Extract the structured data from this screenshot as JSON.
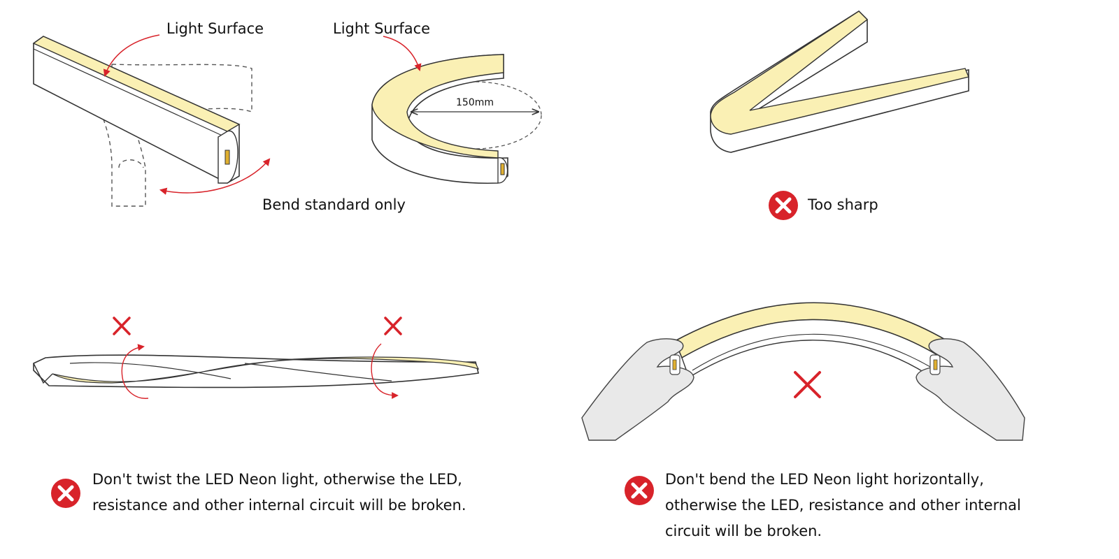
{
  "panel_standard": {
    "label_left": "Light Surface",
    "label_right": "Light Surface",
    "dimension": "150mm",
    "caption": "Bend standard only"
  },
  "panel_sharp": {
    "caption": "Too sharp"
  },
  "panel_twist": {
    "caption_line1": "Don't twist the LED Neon light, otherwise the LED,",
    "caption_line2": "resistance and other internal circuit will be broken."
  },
  "panel_horizontal": {
    "caption_line1": "Don't bend the LED Neon light horizontally,",
    "caption_line2": "otherwise the LED, resistance and other internal",
    "caption_line3": "circuit will be broken."
  },
  "colors": {
    "light_surface": "#faf0b4",
    "warning_red": "#d8232a",
    "outline": "#333333",
    "hand": "#e9e9e9"
  },
  "icons": [
    "error-x-icon",
    "cross-mark-icon",
    "rotation-arrow-icon"
  ]
}
